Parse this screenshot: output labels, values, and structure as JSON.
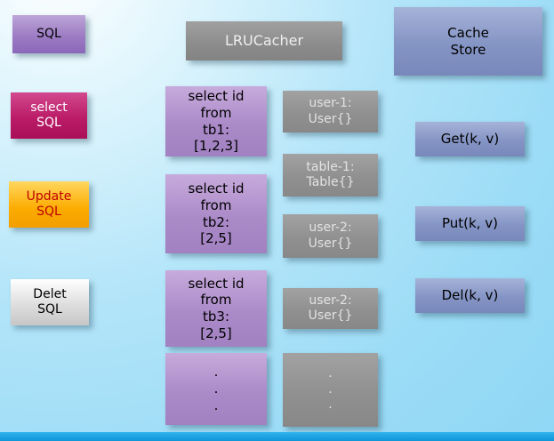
{
  "palette": {
    "background_blue": "#9cdcf6",
    "bottom_bar_blue": "#0f96d8",
    "purple_box": "#ab8ac8",
    "crimson_box": "#bb1c68",
    "orange_box": "#fcab00",
    "gray_box": "#909090",
    "slate_blue_box": "#8494c4",
    "update_text_red": "#c00000"
  },
  "sql_types": [
    {
      "label": "SQL"
    },
    {
      "label": "select\nSQL"
    },
    {
      "label": "Update\nSQL"
    },
    {
      "label": "Delet\nSQL"
    }
  ],
  "cacher": {
    "title": "LRUCacher"
  },
  "queries": [
    {
      "label": "select id\nfrom\ntb1:\n[1,2,3]"
    },
    {
      "label": "select id\nfrom\ntb2:\n[2,5]"
    },
    {
      "label": "select id\nfrom\ntb3:\n[2,5]"
    },
    {
      "label": ".\n.\n."
    }
  ],
  "cache_entries": [
    {
      "label": "user-1:\nUser{}"
    },
    {
      "label": "table-1:\nTable{}"
    },
    {
      "label": "user-2:\nUser{}"
    },
    {
      "label": "user-2:\nUser{}"
    },
    {
      "label": ".\n.\n."
    }
  ],
  "store": {
    "title": "Cache\nStore",
    "operations": [
      {
        "label": "Get(k, v)"
      },
      {
        "label": "Put(k, v)"
      },
      {
        "label": "Del(k, v)"
      }
    ]
  }
}
